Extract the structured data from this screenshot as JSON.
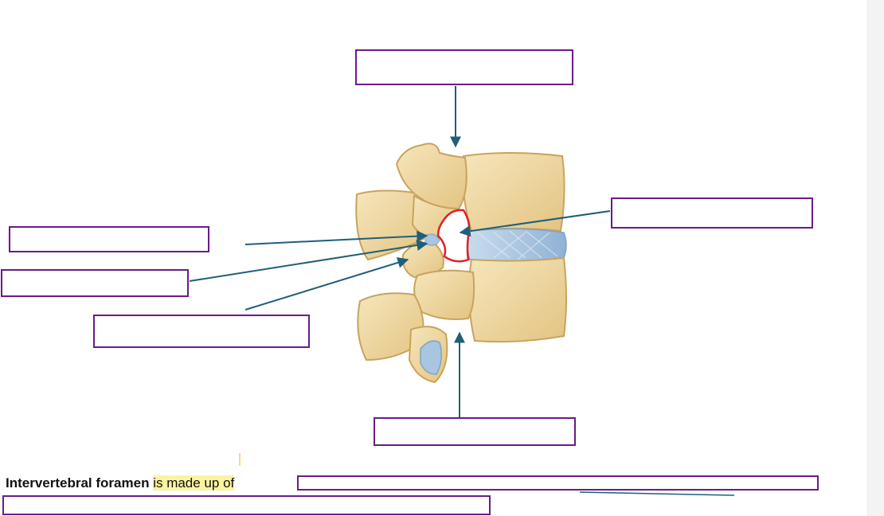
{
  "caption": {
    "term": "Intervertebral foramen",
    "highlight": "is made up of"
  },
  "colors": {
    "box_border": "#6a1b8a",
    "arrow": "#1f5f7a",
    "bone": "#efd9a5",
    "bone_outline": "#c9a35c",
    "disc": "#a9c6e0",
    "foramen_outline": "#e02020",
    "highlight": "#fbf3a1"
  },
  "label_boxes": [
    {
      "id": "top"
    },
    {
      "id": "right"
    },
    {
      "id": "left-1"
    },
    {
      "id": "left-2"
    },
    {
      "id": "left-3"
    },
    {
      "id": "bottom"
    },
    {
      "id": "answer-line-1"
    },
    {
      "id": "answer-line-2"
    }
  ]
}
